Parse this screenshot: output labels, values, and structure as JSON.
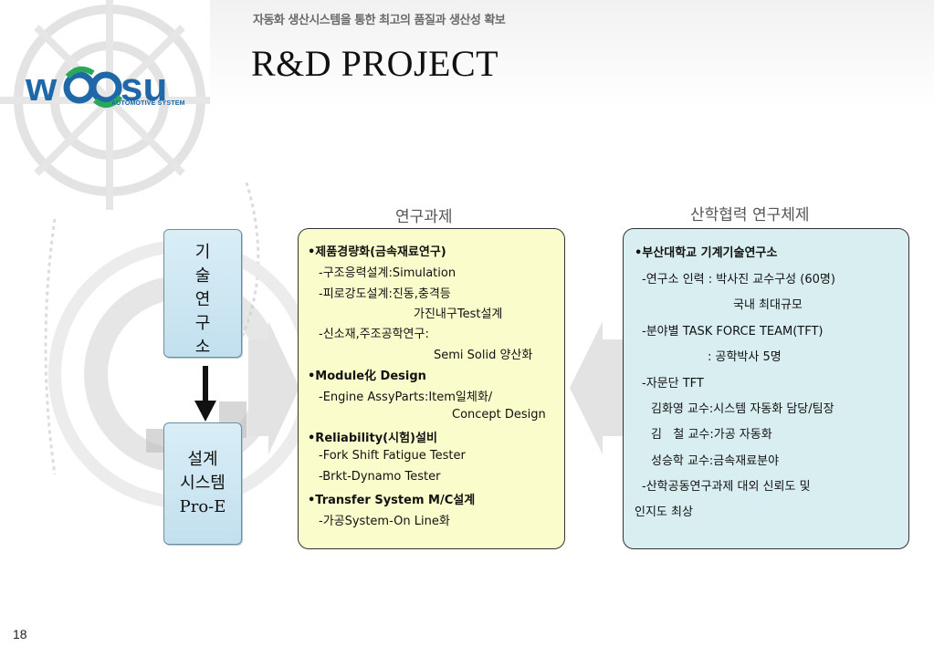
{
  "header": {
    "slogan": "자동화 생산시스템을 통한 최고의 품질과 생산성 확보",
    "title": "R&D PROJECT"
  },
  "logo": {
    "name": "wOOsu",
    "subtitle": "AUTOMOTIVE SYSTEM",
    "brand_color": "#1f68a8",
    "accent_color": "#2aa85a"
  },
  "left": {
    "tech_box": [
      "기",
      "술",
      "연",
      "구",
      "소"
    ],
    "design_box": [
      "설계",
      "시스템",
      "Pro-E"
    ]
  },
  "research": {
    "heading": "연구과제",
    "lines": [
      "•제품경량화(금속재료연구)",
      "-구조응력설계:Simulation",
      "-피로강도설계:진동,충격등",
      "가진내구Test설계",
      "-신소재,주조공학연구:",
      "Semi Solid 양산화",
      "•Module化 Design",
      "-Engine AssyParts:Item일체화/",
      "Concept Design",
      "•Reliability(시험)설비",
      "-Fork Shift Fatigue Tester",
      "-Brkt-Dynamo Tester",
      "•Transfer System M/C설계",
      "-가공System-On Line화"
    ]
  },
  "industry": {
    "heading": "산학협력 연구체제",
    "lines": [
      "•부산대학교 기계기술연구소",
      "-연구소 인력 : 박사진 교수구성 (60명)",
      "국내 최대규모",
      "-분야별 TASK FORCE TEAM(TFT)",
      ": 공학박사 5명",
      "-자문단 TFT",
      "김화영 교수:시스템 자동화 담당/팀장",
      "김   철 교수:가공 자동화",
      "성승학 교수:금속재료분야",
      "-산학공동연구과제 대외 신뢰도 및",
      "인지도 최상"
    ]
  },
  "footer": {
    "page_number": "18"
  }
}
